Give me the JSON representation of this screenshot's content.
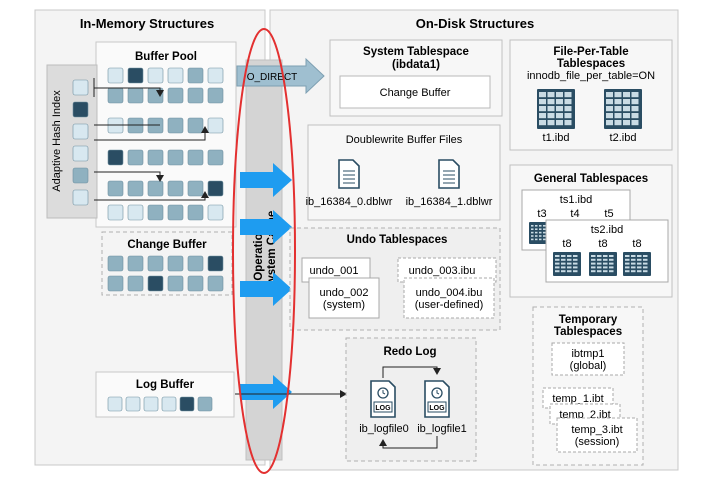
{
  "in_memory": {
    "title": "In-Memory Structures",
    "buffer_pool": {
      "label": "Buffer Pool"
    },
    "adaptive_hash_index": {
      "label": "Adaptive Hash Index"
    },
    "change_buffer": {
      "label": "Change Buffer"
    },
    "log_buffer": {
      "label": "Log Buffer"
    }
  },
  "os_cache": {
    "label_line1": "Operationg",
    "label_line2": "System Cache",
    "o_direct": "O_DIRECT"
  },
  "on_disk": {
    "title": "On-Disk Structures",
    "system_tablespace": {
      "title": "System Tablespace",
      "subtitle": "(ibdata1)",
      "change_buffer": "Change Buffer"
    },
    "file_per_table": {
      "title_line1": "File-Per-Table",
      "title_line2": "Tablespaces",
      "setting": "innodb_file_per_table=ON",
      "files": [
        "t1.ibd",
        "t2.ibd"
      ]
    },
    "doublewrite": {
      "title": "Doublewrite Buffer Files",
      "files": [
        "ib_16384_0.dblwr",
        "ib_16384_1.dblwr"
      ]
    },
    "general_tablespaces": {
      "title": "General Tablespaces",
      "ts1": "ts1.ibd",
      "ts1_tables": [
        "t3",
        "t4",
        "t5"
      ],
      "ts2": "ts2.ibd",
      "ts2_tables": [
        "t8",
        "t8",
        "t8"
      ]
    },
    "undo_tablespaces": {
      "title": "Undo Tablespaces",
      "undo_001": "undo_001",
      "undo_002": "undo_002",
      "undo_002_note": "(system)",
      "undo_003": "undo_003.ibu",
      "undo_004": "undo_004.ibu",
      "undo_004_note": "(user-defined)"
    },
    "temporary_tablespaces": {
      "title_line1": "Temporary",
      "title_line2": "Tablespaces",
      "ibtmp1": "ibtmp1",
      "ibtmp1_note": "(global)",
      "temp_1": "temp_1.ibt",
      "temp_2": "temp_2.ibt",
      "temp_3": "temp_3.ibt",
      "temp_3_note": "(session)"
    },
    "redo_log": {
      "title": "Redo Log",
      "file_label": "LOG",
      "files": [
        "ib_logfile0",
        "ib_logfile1"
      ]
    }
  },
  "colors": {
    "dark_block": "#2a4d63",
    "mid_block": "#8fb1c0",
    "light_block": "#d8e8f0",
    "arrow": "#1e9cf0",
    "highlight": "#e33030"
  }
}
